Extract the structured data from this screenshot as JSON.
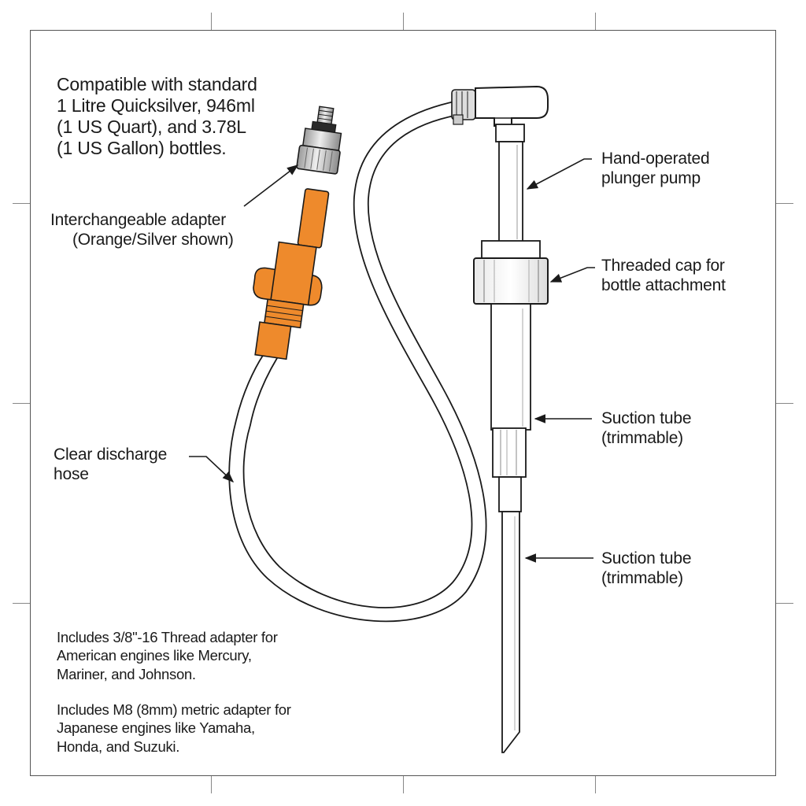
{
  "callouts": {
    "compatible": [
      "Compatible with standard",
      "1 Litre Quicksilver, 946ml",
      "(1 US Quart), and 3.78L",
      "(1 US Gallon) bottles."
    ],
    "adapter": [
      "Interchangeable adapter",
      "(Orange/Silver shown)"
    ],
    "hose": [
      "Clear discharge",
      "hose"
    ],
    "pump": [
      "Hand-operated",
      "plunger pump"
    ],
    "cap": [
      "Threaded cap for",
      "bottle attachment"
    ],
    "suction_upper": [
      "Suction tube",
      "(trimmable)"
    ],
    "suction_lower": [
      "Suction tube",
      "(trimmable)"
    ],
    "american": [
      "Includes 3/8\"-16 Thread adapter for",
      "American engines like Mercury,",
      "Mariner, and Johnson."
    ],
    "metric": [
      "Includes M8 (8mm) metric adapter for",
      "Japanese engines like Yamaha,",
      "Honda, and Suzuki."
    ]
  },
  "colors": {
    "adapter_orange": "#EE8A2C",
    "line": "#1a1a1a",
    "silver": "#cfcfcf"
  }
}
